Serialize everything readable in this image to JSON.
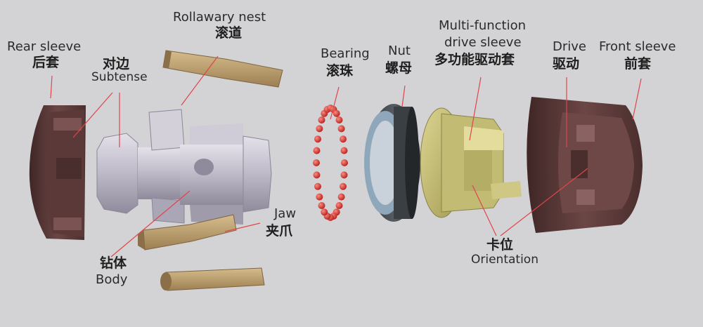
{
  "labels": {
    "rear_sleeve": {
      "en": "Rear sleeve",
      "zh": "后套"
    },
    "subtense": {
      "zh": "对边",
      "en": "Subtense"
    },
    "rollaway_nest": {
      "en": "Rollawary nest",
      "zh": "滚道"
    },
    "bearing": {
      "en": "Bearing",
      "zh": "滚珠"
    },
    "nut": {
      "en": "Nut",
      "zh": "螺母"
    },
    "multi_function": {
      "en1": "Multi-function",
      "en2": "drive sleeve",
      "zh": "多功能驱动套"
    },
    "drive": {
      "en": "Drive",
      "zh": "驱动"
    },
    "front_sleeve": {
      "en": "Front sleeve",
      "zh": "前套"
    },
    "jaw": {
      "en": "Jaw",
      "zh": "夹爪"
    },
    "body": {
      "zh": "钻体",
      "en": "Body"
    },
    "orientation": {
      "zh": "卡位",
      "en": "Orientation"
    }
  },
  "colors": {
    "background": "#d3d3d5",
    "leader_line": "#e0454b",
    "sleeve": "#5e3b3a",
    "body_metal": "#c6c3cf",
    "jaw_brass": "#b89a6a",
    "bearing_ball": "#d9302c",
    "nut_blue": "#8ea7bb",
    "drive_sleeve_green": "#c7c07a"
  }
}
